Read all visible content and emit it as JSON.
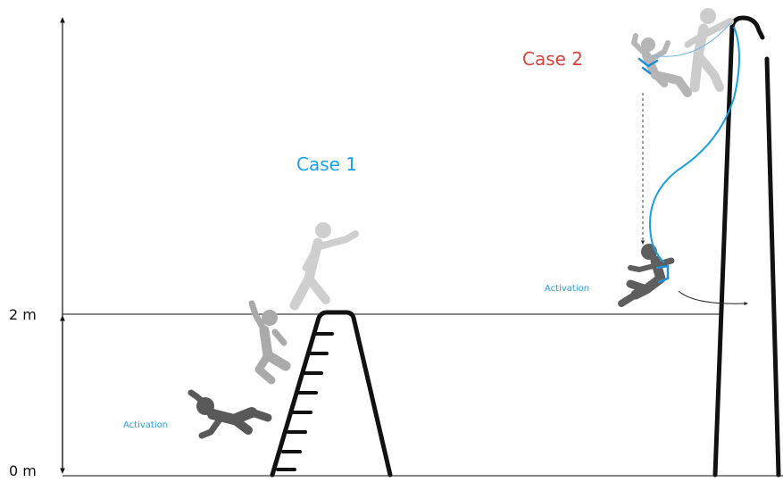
{
  "axis": {
    "top_label": "2 m",
    "bottom_label": "0 m"
  },
  "case1": {
    "title": "Case 1",
    "activation_label": "Activation"
  },
  "case2": {
    "title": "Case 2",
    "activation_label": "Activation"
  },
  "colors": {
    "case1_title": "#1aa3e8",
    "case2_title": "#d9443b",
    "activation": "#2a9fd8",
    "rope": "#1a9ee0",
    "harness": "#1f8fd6",
    "figure_light": "#c9c9c9",
    "figure_mid": "#a8a8a8",
    "figure_dark": "#5a5a5a",
    "structure": "#111111"
  },
  "icons": {
    "case1_top": "standing-worker-icon",
    "case1_middle": "falling-worker-icon",
    "case1_bottom": "fallen-worker-icon",
    "case2_top": "worker-on-pole-icon",
    "case2_falling": "harnessed-falling-worker-icon",
    "case2_arrested": "arrested-worker-icon"
  }
}
